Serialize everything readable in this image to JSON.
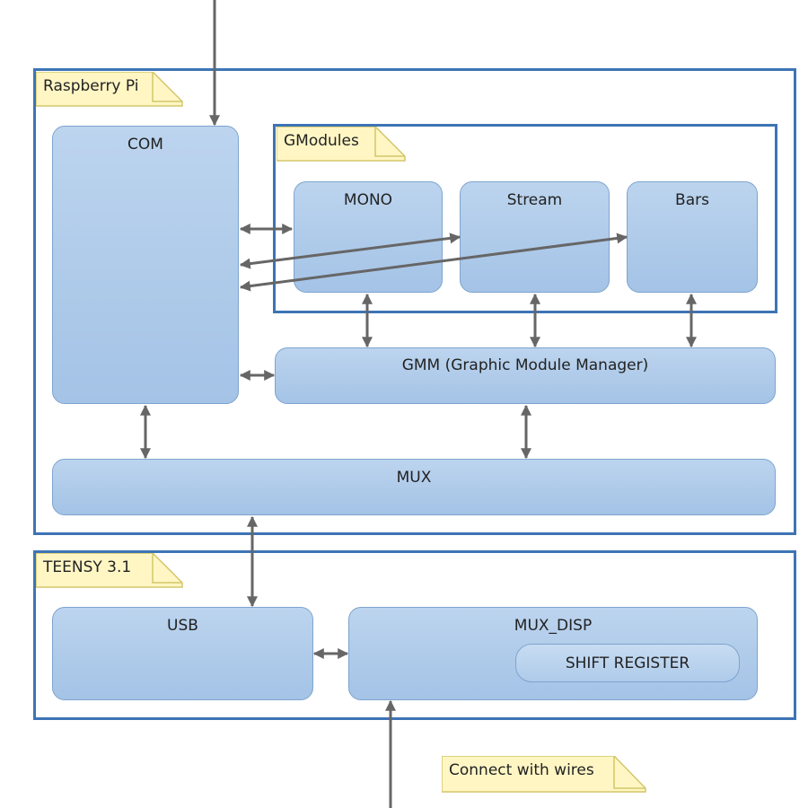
{
  "notes": {
    "raspberry": "Raspberry Pi",
    "gmodules": "GModules",
    "teensy": "TEENSY 3.1",
    "wires": "Connect with wires"
  },
  "boxes": {
    "com": "COM",
    "mono": "MONO",
    "stream": "Stream",
    "bars": "Bars",
    "gmm": "GMM (Graphic Module Manager)",
    "mux": "MUX",
    "usb": "USB",
    "mux_disp": "MUX_DISP",
    "shift_register": "SHIFT REGISTER"
  },
  "colors": {
    "frame": "#3d74b5",
    "box_fill": "#b0cbe9",
    "note_fill": "#fff6c4",
    "arrow": "#666666"
  }
}
